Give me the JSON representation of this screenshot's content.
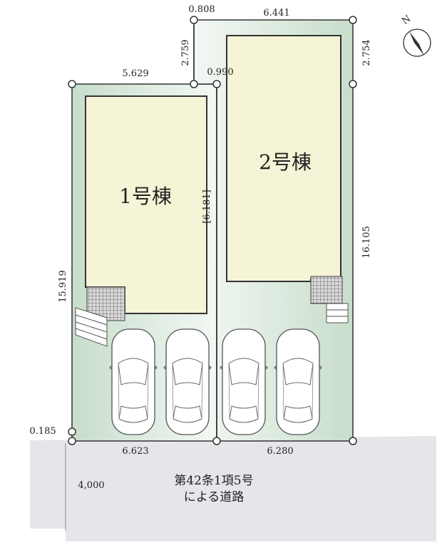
{
  "dimensions": {
    "top_left_gap": "0.808",
    "top_lot2": "6.441",
    "left_step": "2.759",
    "right_step": "2.754",
    "inner_gap": "0.990",
    "top_lot1": "5.629",
    "left_side": "15.919",
    "right_side": "16.105",
    "shared_side": "[6.181]",
    "corner_offset": "0.185",
    "bottom_lot1": "6.623",
    "bottom_lot2": "6.280",
    "road_width": "4,000"
  },
  "buildings": {
    "lot1": "1号棟",
    "lot2": "2号棟"
  },
  "road": {
    "line1": "第42条1項5号",
    "line2": "による道路"
  },
  "compass": {
    "north": "N"
  },
  "colors": {
    "building_fill": "#f5f4d6",
    "lot_green": "#cfe2d2",
    "road_gray": "#e6e6ea",
    "outline": "#333333"
  }
}
